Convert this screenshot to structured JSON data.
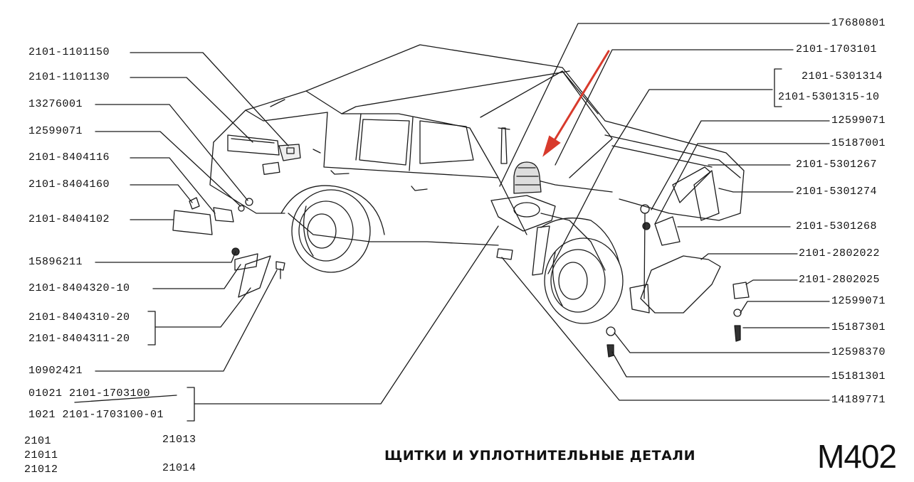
{
  "diagram_title": "ЩИТКИ И УПЛОТНИТЕЛЬНЫЕ ДЕТАЛИ",
  "catalog_code": "М402",
  "models": [
    "2101",
    "21011",
    "21012",
    "21013",
    "21014"
  ],
  "left_labels": [
    "2101-1101150",
    "2101-1101130",
    "13276001",
    "12599071",
    "2101-8404116",
    "2101-8404160",
    "2101-8404102",
    "15896211",
    "2101-8404320-10",
    "2101-8404310-20",
    "2101-8404311-20",
    "10902421"
  ],
  "bottom_left_labels": [
    "01021 2101-1703100",
    "1021 2101-1703100-01"
  ],
  "right_labels": [
    "17680801",
    "2101-1703101",
    "2101-5301314",
    "2101-5301315-10",
    "12599071",
    "15187001",
    "2101-5301267",
    "2101-5301274",
    "2101-5301268",
    "2101-2802022",
    "2101-2802025",
    "12599071",
    "15187301",
    "12598370",
    "15181301",
    "14189771"
  ],
  "colors": {
    "line": "#1a1a1a",
    "arrow": "#d83a2c",
    "background": "#ffffff"
  }
}
